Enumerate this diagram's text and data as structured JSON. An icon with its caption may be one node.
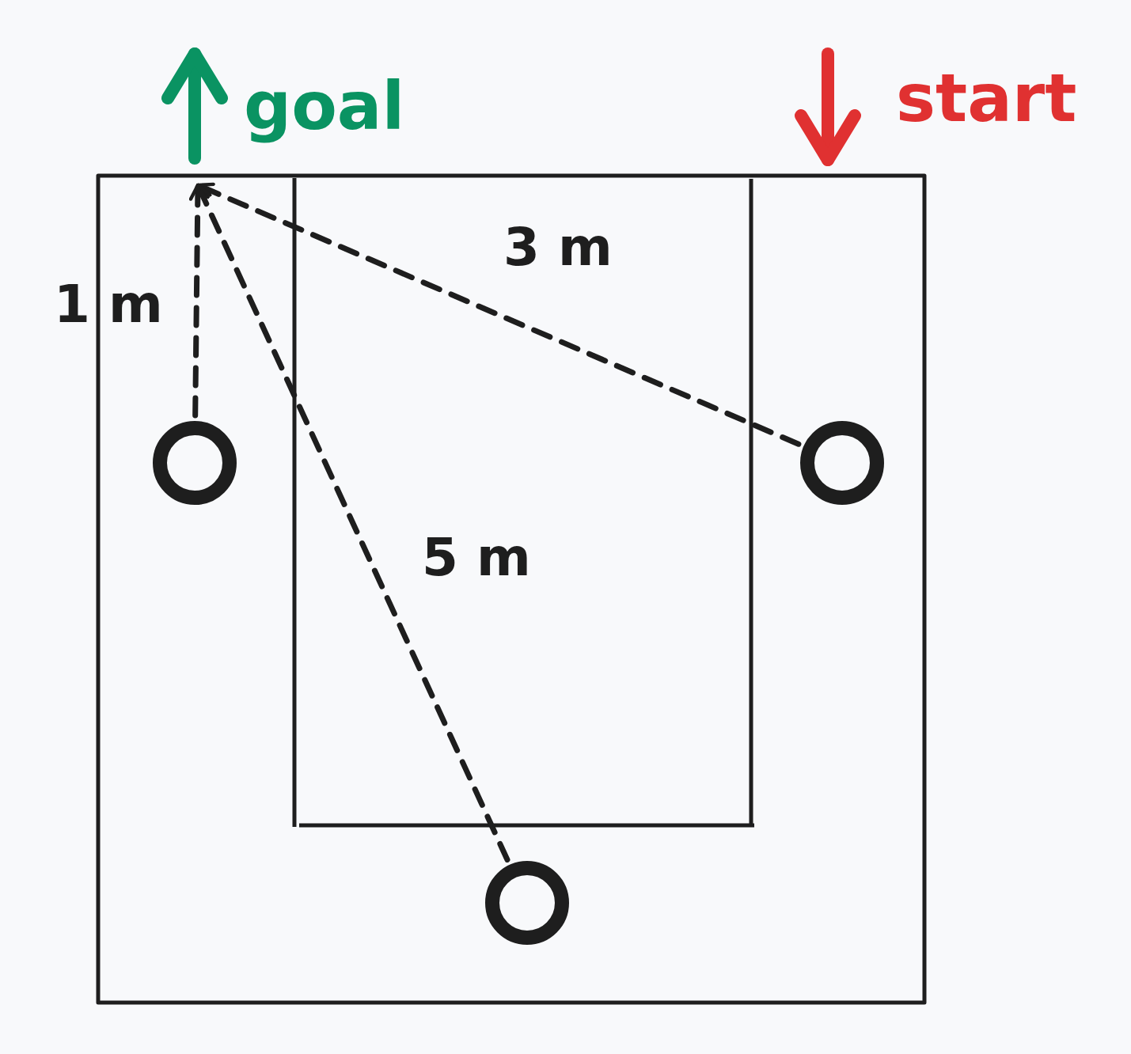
{
  "diagram": {
    "nodes": [
      {
        "text": [],
        "shape": "circle"
      },
      {
        "text": [],
        "shape": "circle"
      },
      {
        "text": [],
        "shape": "circle"
      }
    ],
    "edges": [
      {
        "from": 0,
        "to": null,
        "arrow": "to",
        "label": "1 m",
        "style": "dashed"
      },
      {
        "from": 1,
        "to": null,
        "arrow": "to",
        "label": "3 m",
        "style": "dashed"
      },
      {
        "from": 2,
        "to": null,
        "arrow": "to",
        "label": "5 m",
        "style": "dashed"
      }
    ],
    "labels": [
      "goal",
      "start"
    ]
  }
}
